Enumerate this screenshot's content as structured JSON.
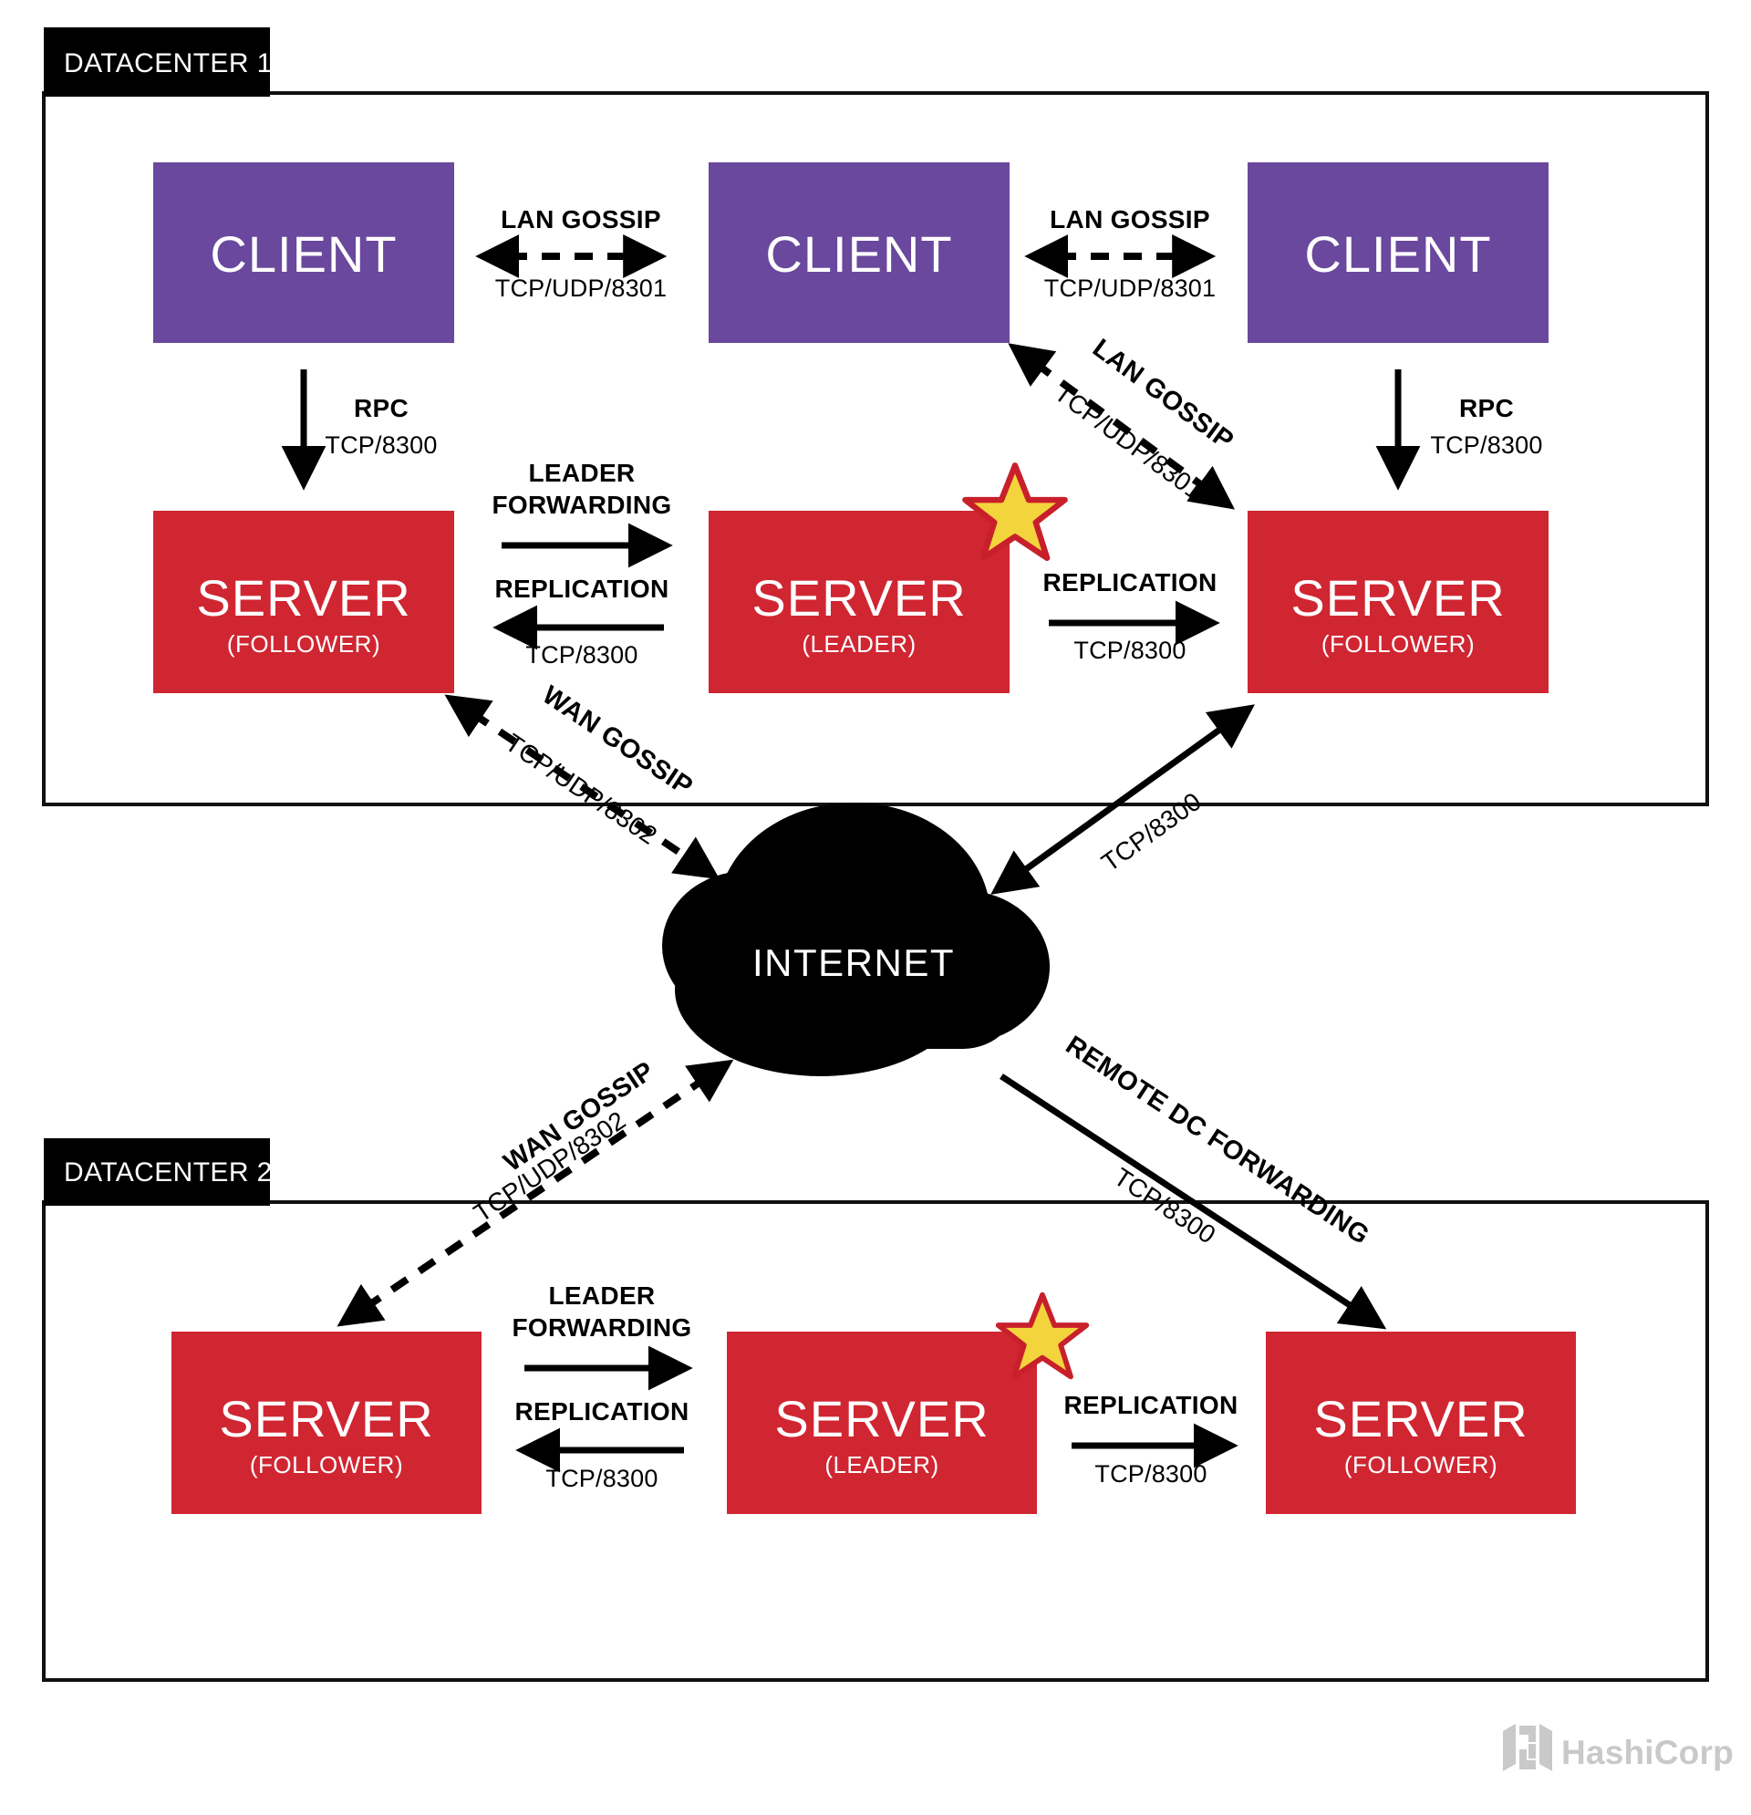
{
  "colors": {
    "client": "#6a489d",
    "server": "#d02632",
    "cloud": "#000000",
    "star_fill": "#f4d43c",
    "star_stroke": "#c8202b",
    "frame": "#111111",
    "tab": "#000000",
    "watermark": "#c9c9c9",
    "background": "#ffffff"
  },
  "datacenter1": {
    "tab_label": "DATACENTER 1",
    "clients": [
      {
        "label": "CLIENT"
      },
      {
        "label": "CLIENT"
      },
      {
        "label": "CLIENT"
      }
    ],
    "servers": [
      {
        "label": "SERVER",
        "role": "(FOLLOWER)"
      },
      {
        "label": "SERVER",
        "role": "(LEADER)"
      },
      {
        "label": "SERVER",
        "role": "(FOLLOWER)"
      }
    ],
    "edges": [
      {
        "name": "client1-client2-lan-gossip",
        "title": "LAN GOSSIP",
        "port": "TCP/UDP/8301",
        "style": "dashed",
        "direction": "bidirectional"
      },
      {
        "name": "client2-client3-lan-gossip",
        "title": "LAN GOSSIP",
        "port": "TCP/UDP/8301",
        "style": "dashed",
        "direction": "bidirectional"
      },
      {
        "name": "client1-server1-rpc",
        "title": "RPC",
        "port": "TCP/8300",
        "style": "solid",
        "direction": "down"
      },
      {
        "name": "client3-server3-rpc",
        "title": "RPC",
        "port": "TCP/8300",
        "style": "solid",
        "direction": "down"
      },
      {
        "name": "client3-server2-lan-gossip",
        "title": "LAN GOSSIP",
        "port": "TCP/UDP/8301",
        "style": "dashed",
        "direction": "bidirectional"
      },
      {
        "name": "server1-server2-leader-forwarding",
        "title": "LEADER FORWARDING",
        "title_line1": "LEADER",
        "title_line2": "FORWARDING",
        "port": "",
        "style": "solid",
        "direction": "right"
      },
      {
        "name": "server2-server1-replication",
        "title": "REPLICATION",
        "port": "TCP/8300",
        "style": "solid",
        "direction": "left"
      },
      {
        "name": "server2-server3-replication",
        "title": "REPLICATION",
        "port": "TCP/8300",
        "style": "solid",
        "direction": "right"
      },
      {
        "name": "server1-internet-wan-gossip",
        "title": "WAN GOSSIP",
        "port": "TCP/UDP/8302",
        "style": "dashed",
        "direction": "bidirectional"
      },
      {
        "name": "server3-internet-rpc",
        "title": "",
        "port": "TCP/8300",
        "style": "solid",
        "direction": "bidirectional"
      }
    ]
  },
  "internet": {
    "label": "INTERNET"
  },
  "datacenter2": {
    "tab_label": "DATACENTER 2",
    "servers": [
      {
        "label": "SERVER",
        "role": "(FOLLOWER)"
      },
      {
        "label": "SERVER",
        "role": "(LEADER)"
      },
      {
        "label": "SERVER",
        "role": "(FOLLOWER)"
      }
    ],
    "edges": [
      {
        "name": "internet-server1-wan-gossip",
        "title": "WAN GOSSIP",
        "port": "TCP/UDP/8302",
        "style": "dashed",
        "direction": "bidirectional"
      },
      {
        "name": "internet-server3-remote-dc-forwarding",
        "title": "REMOTE DC FORWARDING",
        "port": "TCP/8300",
        "style": "solid",
        "direction": "down-right"
      },
      {
        "name": "server1-server2-leader-forwarding",
        "title": "LEADER FORWARDING",
        "title_line1": "LEADER",
        "title_line2": "FORWARDING",
        "port": "",
        "style": "solid",
        "direction": "right"
      },
      {
        "name": "server2-server1-replication",
        "title": "REPLICATION",
        "port": "TCP/8300",
        "style": "solid",
        "direction": "left"
      },
      {
        "name": "server2-server3-replication",
        "title": "REPLICATION",
        "port": "TCP/8300",
        "style": "solid",
        "direction": "right"
      }
    ]
  },
  "watermark": {
    "text": "HashiCorp"
  }
}
